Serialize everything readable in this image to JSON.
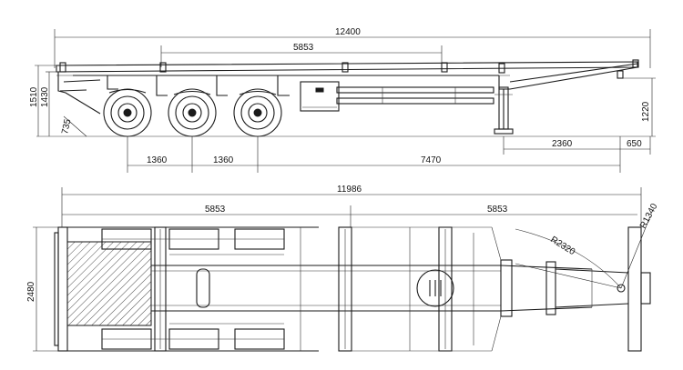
{
  "side_view": {
    "overall_length": "12400",
    "kingpin_to_axle": "5853",
    "rear_height_top": "1510",
    "rear_height_deck": "1430",
    "rear_slope": "735",
    "axle_spacing_1": "1360",
    "axle_spacing_2": "1360",
    "axle_to_leg": "7470",
    "leg_to_kingpin": "2360",
    "front_overhang": "650",
    "fifth_wheel_height": "1220"
  },
  "top_view": {
    "overall_length": "11986",
    "rear_section": "5853",
    "front_section": "5853",
    "overall_width": "2480",
    "swing_radius": "R2320",
    "front_radius": "R1340"
  }
}
